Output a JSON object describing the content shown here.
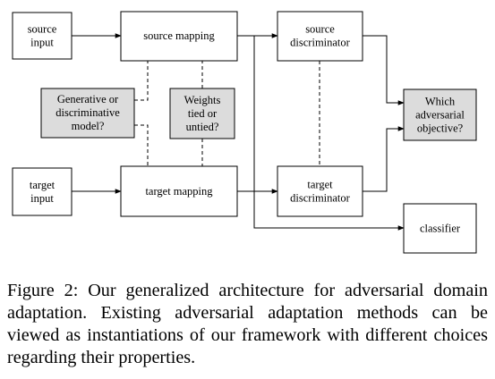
{
  "diagram": {
    "colors": {
      "plain_fill": "#ffffff",
      "shaded_fill": "#dcdcdc",
      "stroke": "#000000"
    },
    "boxes": {
      "source_input": {
        "lines": [
          "source",
          "input"
        ]
      },
      "source_mapping": {
        "lines": [
          "source mapping"
        ]
      },
      "source_discriminator": {
        "lines": [
          "source",
          "discriminator"
        ]
      },
      "generative_model": {
        "lines": [
          "Generative or",
          "discriminative",
          "model?"
        ]
      },
      "weights_tied": {
        "lines": [
          "Weights",
          "tied or",
          "untied?"
        ]
      },
      "adversarial_objective": {
        "lines": [
          "Which",
          "adversarial",
          "objective?"
        ]
      },
      "target_input": {
        "lines": [
          "target",
          "input"
        ]
      },
      "target_mapping": {
        "lines": [
          "target mapping"
        ]
      },
      "target_discriminator": {
        "lines": [
          "target",
          "discriminator"
        ]
      },
      "classifier": {
        "lines": [
          "classifier"
        ]
      }
    }
  },
  "caption": {
    "text": "Figure 2: Our generalized architecture for adversarial domain adaptation. Existing adversarial adaptation methods can be viewed as instantiations of our framework with different choices regarding their properties."
  }
}
